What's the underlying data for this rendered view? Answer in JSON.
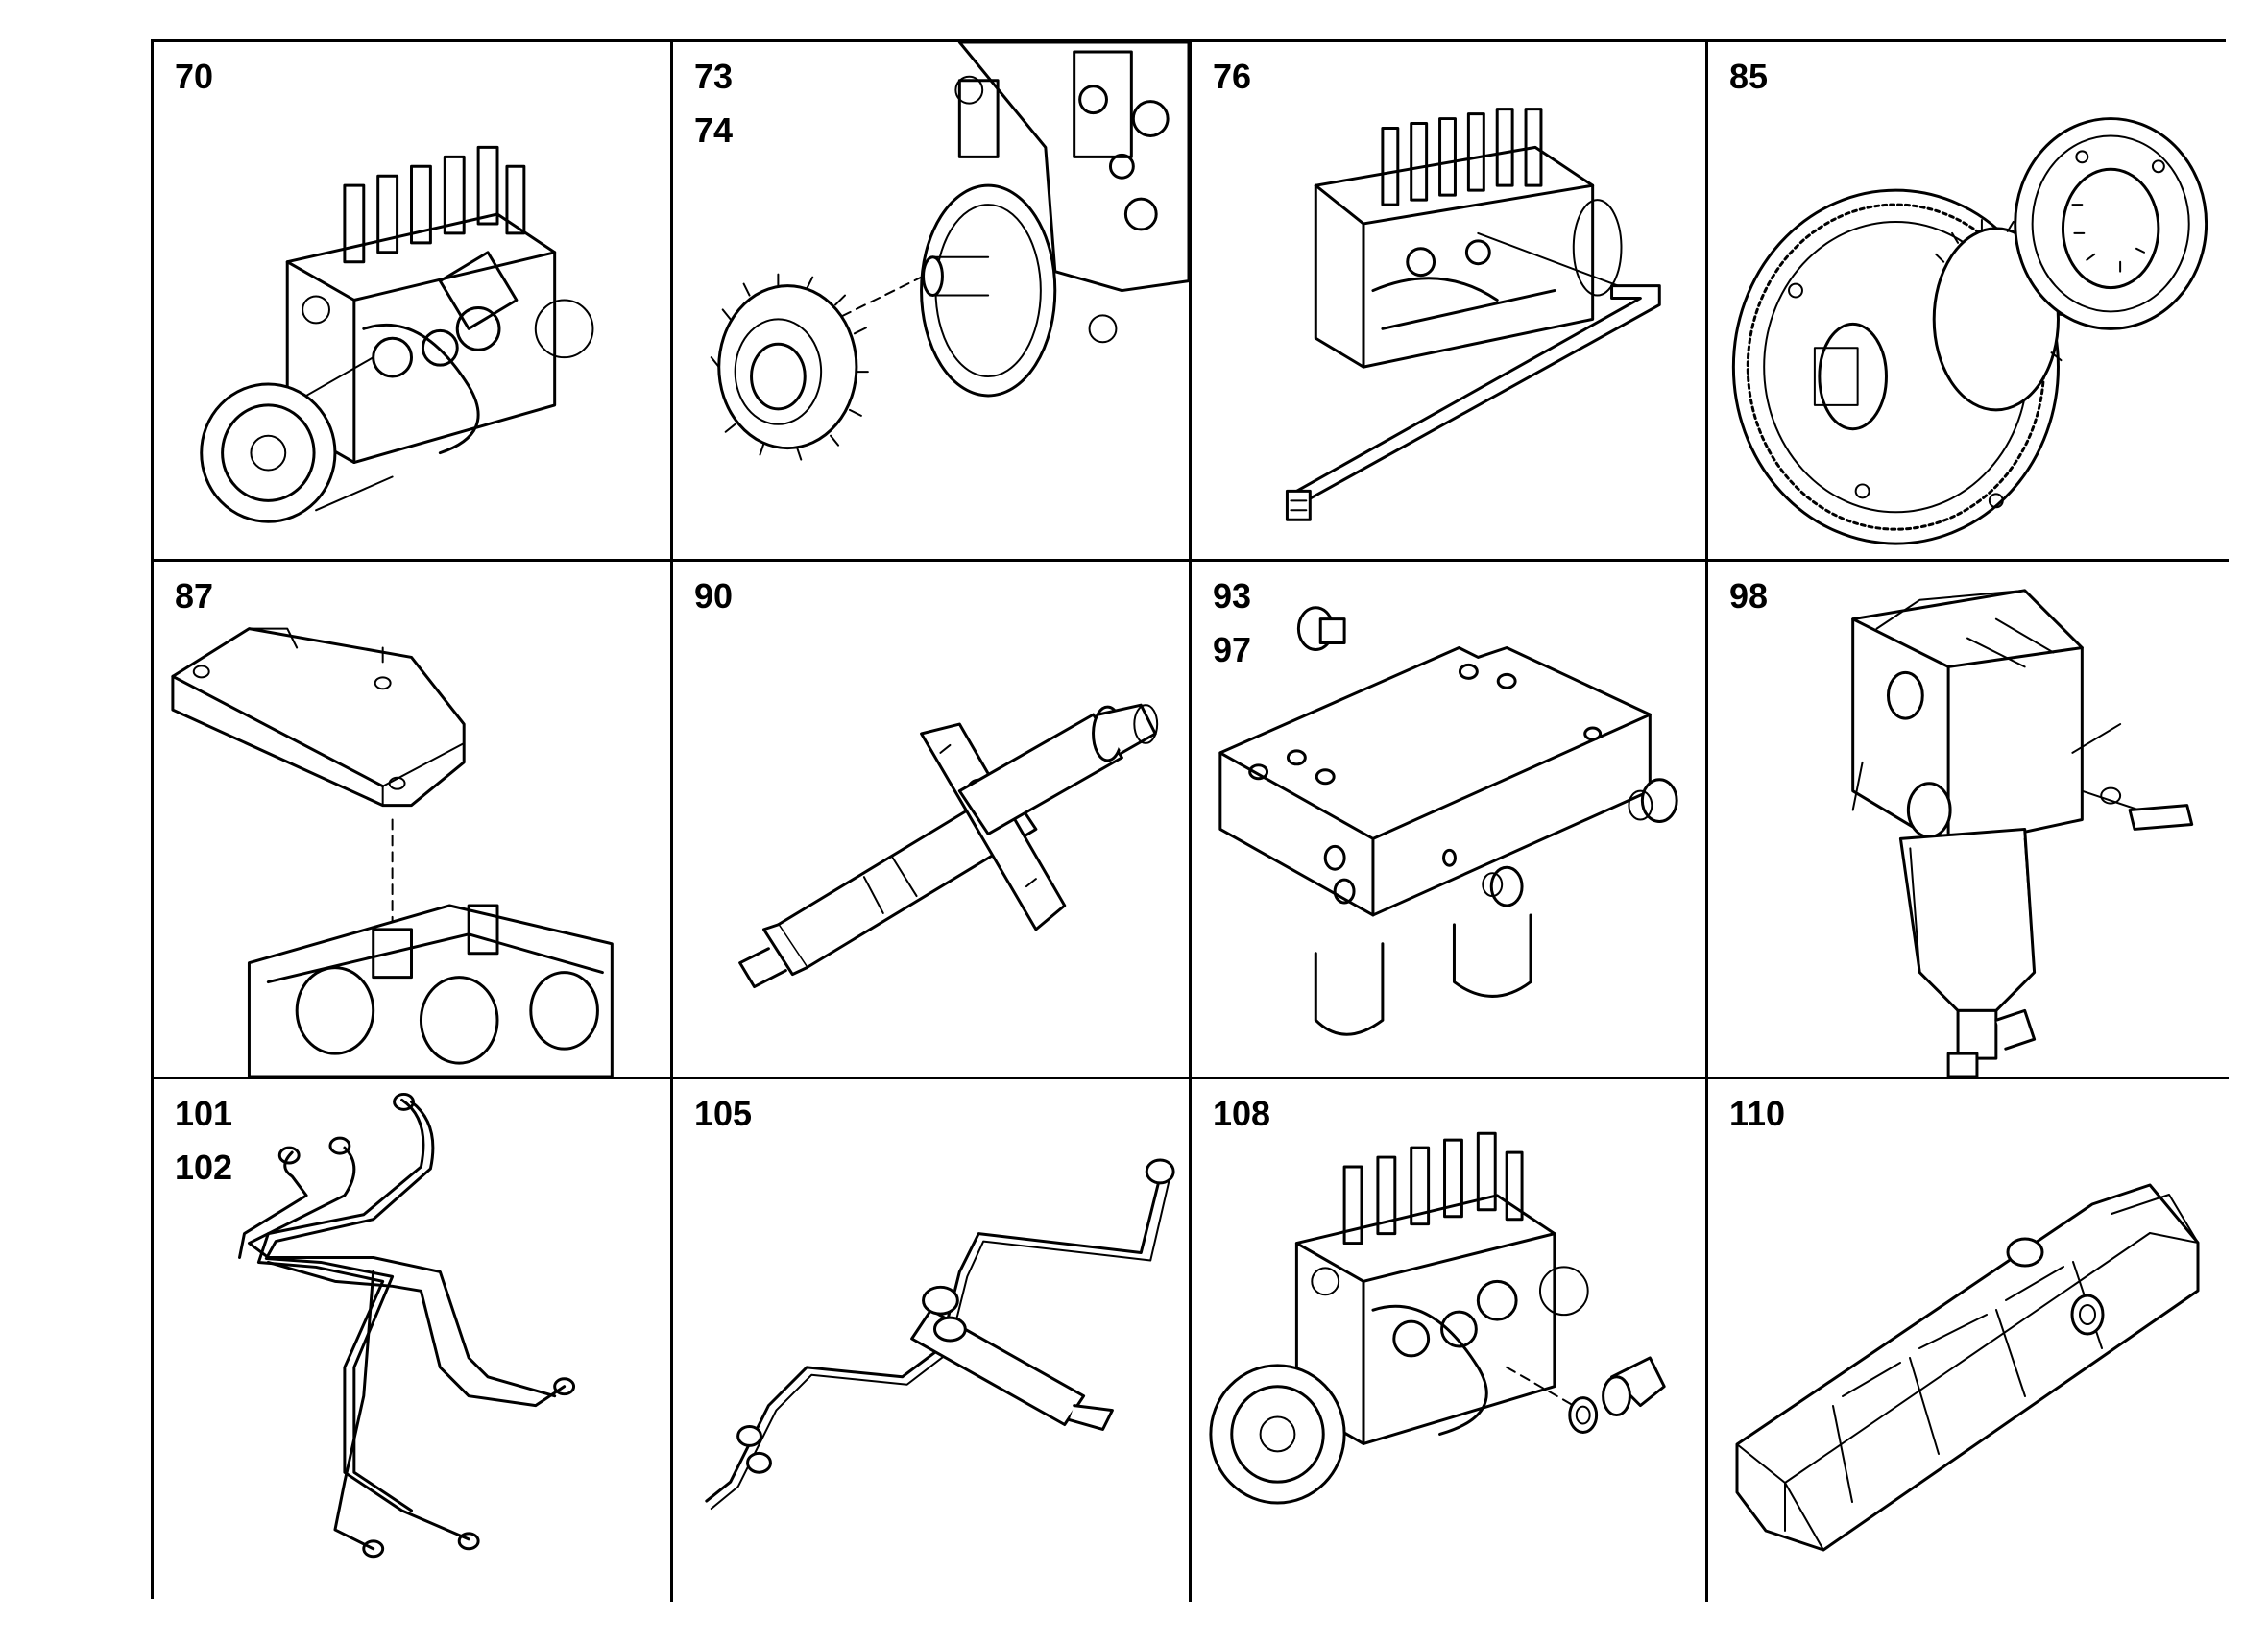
{
  "cells": [
    {
      "labels": [
        "70"
      ],
      "part": "injection-pump"
    },
    {
      "labels": [
        "73",
        "74"
      ],
      "part": "pump-drive-gear"
    },
    {
      "labels": [
        "76"
      ],
      "part": "pump-with-return-line"
    },
    {
      "labels": [
        "85"
      ],
      "part": "drive-gear-coupling"
    },
    {
      "labels": [
        "87"
      ],
      "part": "cover-plate"
    },
    {
      "labels": [
        "90"
      ],
      "part": "injector-nozzle"
    },
    {
      "labels": [
        "93",
        "97"
      ],
      "part": "filter-head-block"
    },
    {
      "labels": [
        "98"
      ],
      "part": "fuel-filter-assembly"
    },
    {
      "labels": [
        "101",
        "102"
      ],
      "part": "injection-lines-set"
    },
    {
      "labels": [
        "105"
      ],
      "part": "leak-off-line-with-injector"
    },
    {
      "labels": [
        "108"
      ],
      "part": "pump-with-fitting"
    },
    {
      "labels": [
        "110"
      ],
      "part": "pump-cover"
    }
  ]
}
